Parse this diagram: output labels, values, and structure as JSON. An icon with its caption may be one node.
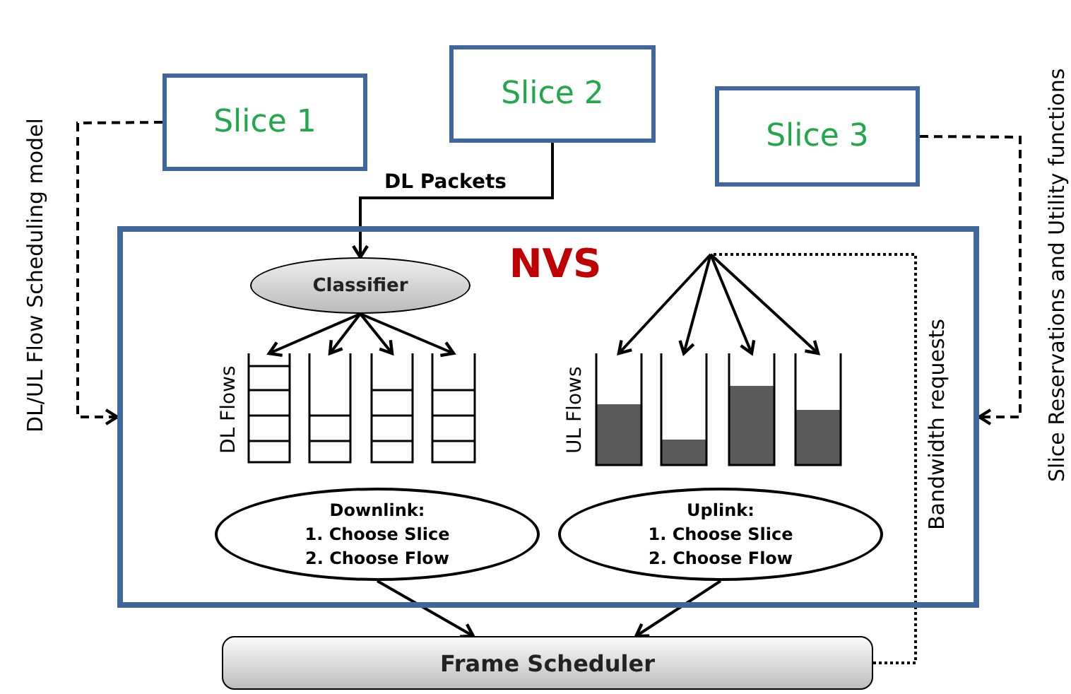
{
  "diagram": {
    "nodes": [
      {
        "text": [
          "Slice 1"
        ]
      },
      {
        "text": [
          "Slice 2"
        ]
      },
      {
        "text": [
          "Slice 3"
        ]
      },
      {
        "text": [
          "NVS"
        ]
      },
      {
        "text": [
          "Classifier"
        ],
        "in": 3
      },
      {
        "text": [],
        "shape": "bar",
        "in": 3
      },
      {
        "text": [],
        "shape": "bar",
        "in": 3
      },
      {
        "text": [],
        "shape": "bar",
        "in": 3
      },
      {
        "text": [],
        "shape": "bar",
        "in": 3
      },
      {
        "text": [],
        "shape": "bar",
        "in": 3
      },
      {
        "text": [],
        "shape": "bar",
        "in": 3
      },
      {
        "text": [],
        "shape": "bar",
        "in": 3
      },
      {
        "text": [],
        "shape": "bar",
        "in": 3
      },
      {
        "text": [
          "Downlink:",
          "1. Choose Slice",
          "2. Choose Flow"
        ],
        "in": 3
      },
      {
        "text": [
          "Uplink:",
          "1. Choose Slice",
          "2. Choose Flow"
        ],
        "in": 3
      },
      {
        "text": [
          "Frame Scheduler"
        ]
      }
    ],
    "edges": [
      {
        "from": 1,
        "to": 4,
        "arrow": "to",
        "label": "DL Packets"
      },
      {
        "from": 4,
        "to": 5,
        "arrow": "to"
      },
      {
        "from": 4,
        "to": 6,
        "arrow": "to"
      },
      {
        "from": 4,
        "to": 7,
        "arrow": "to"
      },
      {
        "from": 4,
        "to": 8,
        "arrow": "to"
      },
      {
        "from": 15,
        "to": 9,
        "arrow": "to",
        "style": "dashed",
        "label": "Bandwidth requests"
      },
      {
        "from": 15,
        "to": 10,
        "arrow": "to",
        "style": "dashed"
      },
      {
        "from": 15,
        "to": 11,
        "arrow": "to",
        "style": "dashed"
      },
      {
        "from": 15,
        "to": 12,
        "arrow": "to",
        "style": "dashed"
      },
      {
        "from": 13,
        "to": 15,
        "arrow": "to"
      },
      {
        "from": 14,
        "to": 15,
        "arrow": "to"
      },
      {
        "from": 0,
        "to": 3,
        "arrow": "to",
        "style": "dashed",
        "label": "DL/UL Flow Scheduling model"
      },
      {
        "from": 2,
        "to": 3,
        "arrow": "to",
        "style": "dashed",
        "label": "Slice Reservations and Utility functions"
      }
    ],
    "labels": [
      "DL Flows",
      "UL Flows"
    ]
  }
}
